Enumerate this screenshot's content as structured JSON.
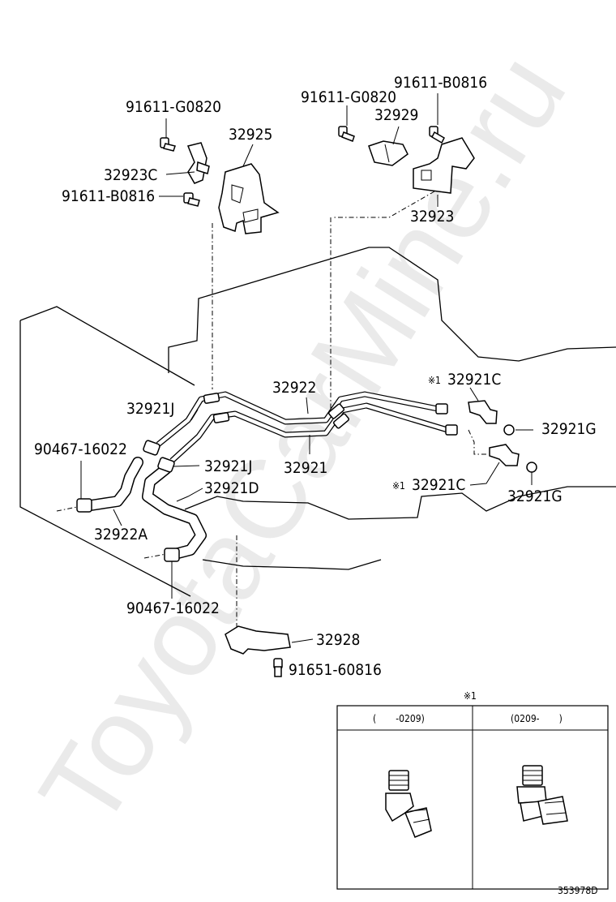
{
  "watermark": "ToyotaCarMine.ru",
  "labels": {
    "l1": "91611-G0820",
    "l2": "32925",
    "l3": "32923C",
    "l4": "91611-B0816",
    "l5": "91611-G0820",
    "l6": "32929",
    "l7": "91611-B0816",
    "l8": "32923",
    "l9": "32922",
    "l10": "32921C",
    "l11": "32921J",
    "l12": "32921G",
    "l13": "90467-16022",
    "l14": "32921",
    "l15": "32921J",
    "l16": "32921C",
    "l17": "32921D",
    "l18": "32921G",
    "l19": "32922A",
    "l20": "90467-16022",
    "l21": "32928",
    "l22": "91651-60816"
  },
  "note_mark": "※1",
  "inset": {
    "title": "※1",
    "col1": "(　　-0209)",
    "col2": "(0209-　　)"
  },
  "figure_number": "353978D"
}
